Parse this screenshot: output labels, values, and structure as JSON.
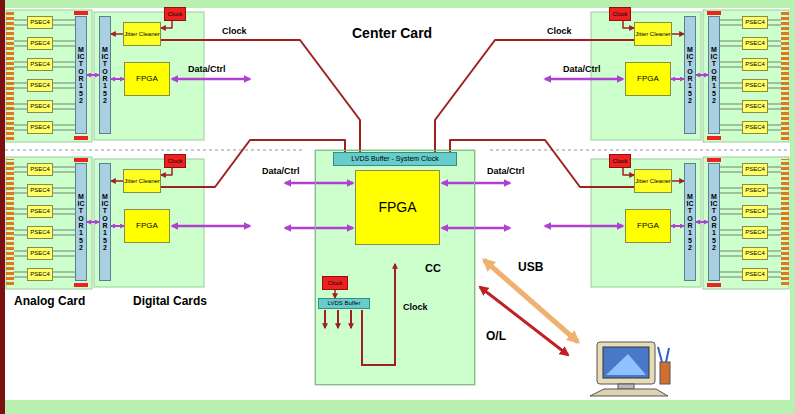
{
  "diagram": {
    "nodes": [
      {
        "text": [
          "PSEC4"
        ]
      },
      {
        "text": [
          "PSEC4"
        ]
      },
      {
        "text": [
          "PSEC4"
        ]
      },
      {
        "text": [
          "PSEC4"
        ]
      },
      {
        "text": [
          "PSEC4"
        ]
      },
      {
        "text": [
          "PSEC4"
        ]
      },
      {
        "text": [
          "MICTOR 152"
        ]
      },
      {
        "text": [
          "MICTOR 152"
        ]
      },
      {
        "text": [
          "Jitter Cleaner"
        ]
      },
      {
        "text": [
          "Clock"
        ]
      },
      {
        "text": [
          "FPGA"
        ]
      },
      {
        "text": [
          "PSEC4"
        ]
      },
      {
        "text": [
          "PSEC4"
        ]
      },
      {
        "text": [
          "PSEC4"
        ]
      },
      {
        "text": [
          "PSEC4"
        ]
      },
      {
        "text": [
          "PSEC4"
        ]
      },
      {
        "text": [
          "PSEC4"
        ]
      },
      {
        "text": [
          "MICTOR 152"
        ]
      },
      {
        "text": [
          "MICTOR 152"
        ]
      },
      {
        "text": [
          "Jitter Cleaner"
        ]
      },
      {
        "text": [
          "Clock"
        ]
      },
      {
        "text": [
          "FPGA"
        ]
      },
      {
        "text": [
          "CC"
        ]
      },
      {
        "text": [
          "LVDS Buffer - System Clock"
        ],
        "in": 22
      },
      {
        "text": [
          "FPGA"
        ],
        "in": 22
      },
      {
        "text": [
          "Clock"
        ],
        "in": 22
      },
      {
        "text": [
          "LVDS Buffer"
        ],
        "in": 22
      },
      {
        "text": [
          "PSEC4"
        ]
      },
      {
        "text": [
          "PSEC4"
        ]
      },
      {
        "text": [
          "PSEC4"
        ]
      },
      {
        "text": [
          "PSEC4"
        ]
      },
      {
        "text": [
          "PSEC4"
        ]
      },
      {
        "text": [
          "PSEC4"
        ]
      },
      {
        "text": [
          "MICTOR 152"
        ]
      },
      {
        "text": [
          "MICTOR 152"
        ]
      },
      {
        "text": [
          "Jitter Cleaner"
        ]
      },
      {
        "text": [
          "Clock"
        ]
      },
      {
        "text": [
          "FPGA"
        ]
      },
      {
        "text": [
          "PSEC4"
        ]
      },
      {
        "text": [
          "PSEC4"
        ]
      },
      {
        "text": [
          "PSEC4"
        ]
      },
      {
        "text": [
          "PSEC4"
        ]
      },
      {
        "text": [
          "PSEC4"
        ]
      },
      {
        "text": [
          "PSEC4"
        ]
      },
      {
        "text": [
          "MICTOR 152"
        ]
      },
      {
        "text": [
          "MICTOR 152"
        ]
      },
      {
        "text": [
          "Jitter Cleaner"
        ]
      },
      {
        "text": [
          "Clock"
        ]
      },
      {
        "text": [
          "FPGA"
        ]
      }
    ],
    "edges": [
      {
        "from": 6,
        "to": 7,
        "arrow": "both"
      },
      {
        "from": 7,
        "to": 10,
        "arrow": "both"
      },
      {
        "from": 8,
        "to": 7,
        "arrow": "to"
      },
      {
        "from": 9,
        "to": 8,
        "arrow": "to"
      },
      {
        "from": 23,
        "to": 8,
        "arrow": "none"
      },
      {
        "from": 17,
        "to": 18,
        "arrow": "both"
      },
      {
        "from": 18,
        "to": 21,
        "arrow": "both"
      },
      {
        "from": 19,
        "to": 18,
        "arrow": "to"
      },
      {
        "from": 20,
        "to": 19,
        "arrow": "to"
      },
      {
        "from": 23,
        "to": 19,
        "arrow": "none"
      },
      {
        "from": 33,
        "to": 34,
        "arrow": "both"
      },
      {
        "from": 34,
        "to": 37,
        "arrow": "both"
      },
      {
        "from": 35,
        "to": 34,
        "arrow": "to"
      },
      {
        "from": 36,
        "to": 35,
        "arrow": "to"
      },
      {
        "from": 23,
        "to": 35,
        "arrow": "none"
      },
      {
        "from": 44,
        "to": 45,
        "arrow": "both"
      },
      {
        "from": 45,
        "to": 48,
        "arrow": "both"
      },
      {
        "from": 46,
        "to": 45,
        "arrow": "to"
      },
      {
        "from": 47,
        "to": 46,
        "arrow": "to"
      },
      {
        "from": 23,
        "to": 46,
        "arrow": "none"
      },
      {
        "from": 25,
        "to": 26,
        "arrow": "to"
      }
    ],
    "labels": [
      "Center Card",
      "Clock",
      "Data/Ctrl",
      "Clock",
      "Data/Ctrl",
      "Data/Ctrl",
      "Data/Ctrl",
      "Analog Card",
      "Digital Cards",
      "Clock",
      "USB",
      "O/L"
    ]
  }
}
